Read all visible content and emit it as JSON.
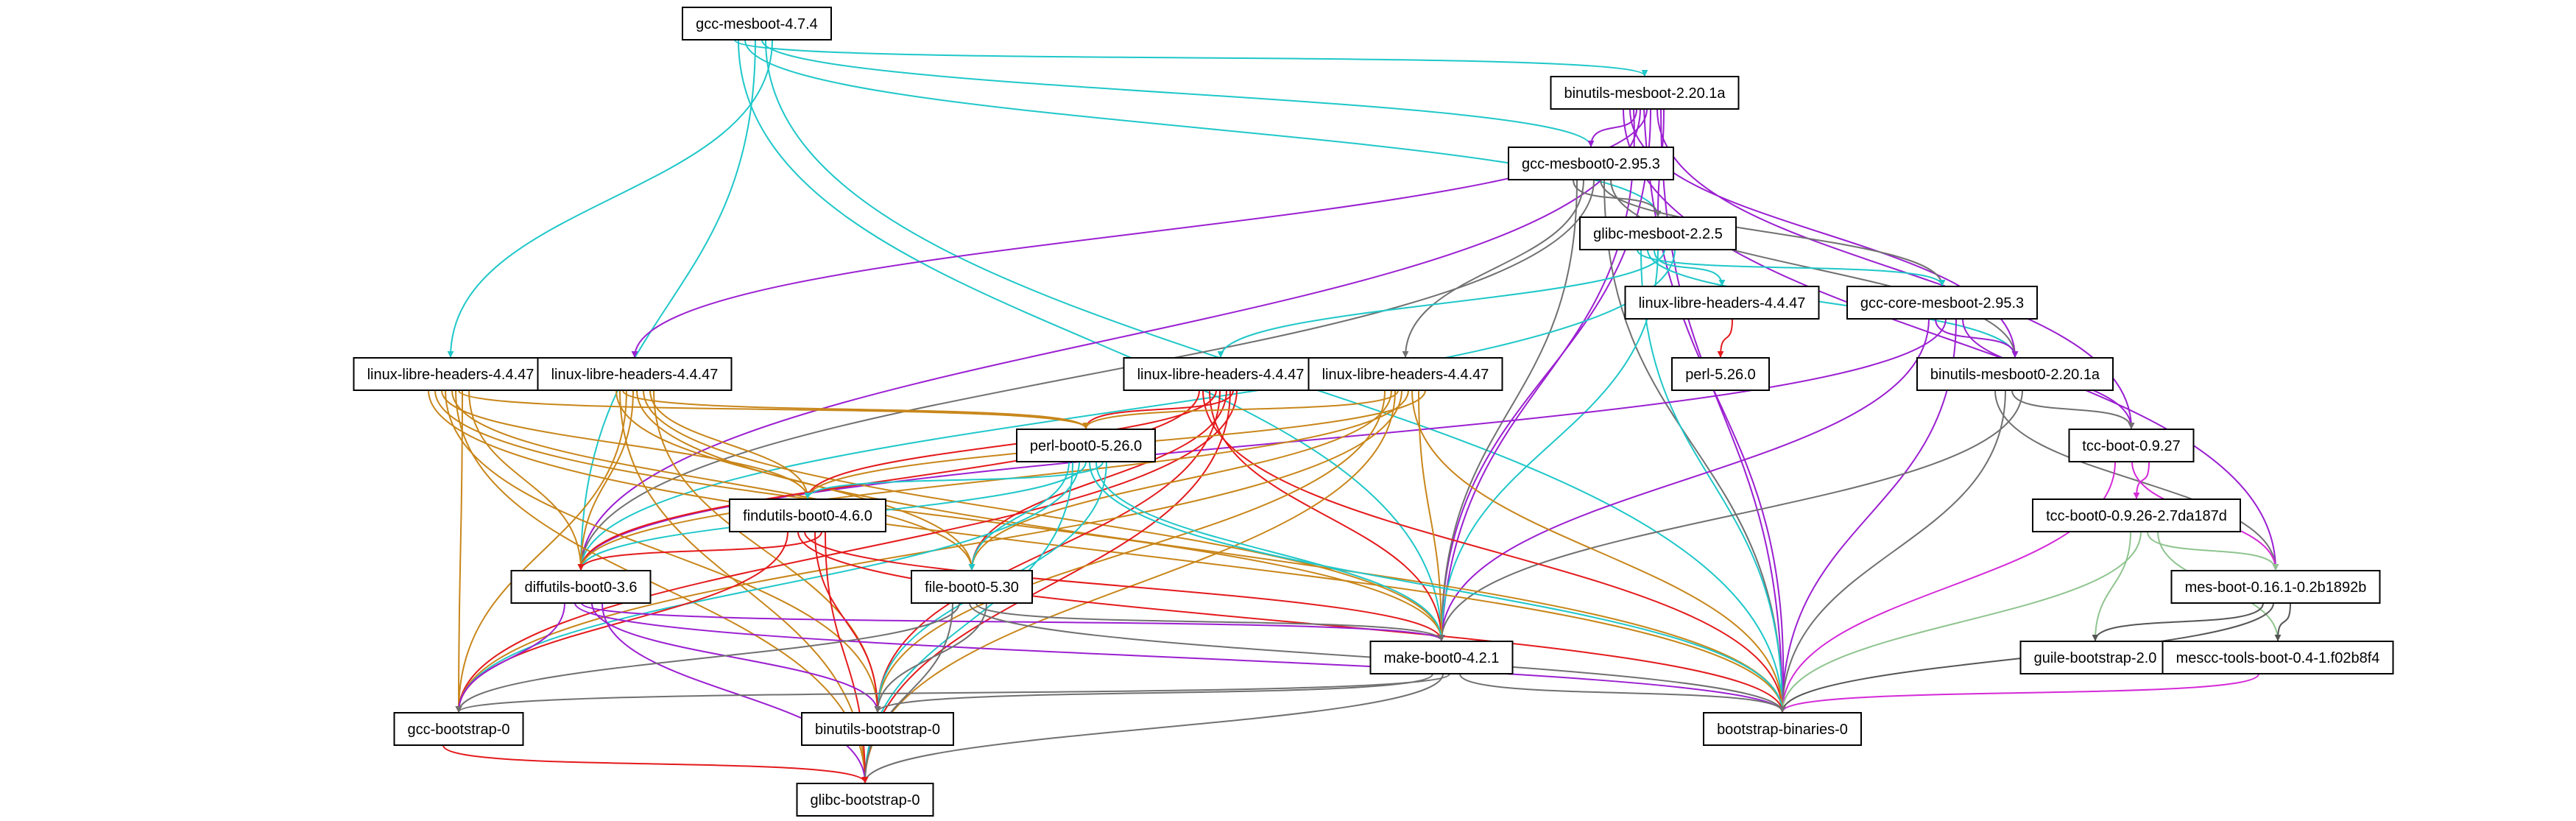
{
  "palette": {
    "cyan": "#1fc7c9",
    "purple": "#9b1fd1",
    "gray": "#707070",
    "orange": "#c8861a",
    "red": "#e41a1c",
    "magenta": "#d42ad8",
    "green": "#8fc48f",
    "darkgray": "#555555"
  },
  "nodes": [
    {
      "id": "gcc-mesboot-4.7.4",
      "label": "gcc-mesboot-4.7.4"
    },
    {
      "id": "binutils-mesboot-2.20.1a",
      "label": "binutils-mesboot-2.20.1a"
    },
    {
      "id": "gcc-mesboot0-2.95.3",
      "label": "gcc-mesboot0-2.95.3"
    },
    {
      "id": "glibc-mesboot-2.2.5",
      "label": "glibc-mesboot-2.2.5"
    },
    {
      "id": "linux-libre-headers-4.4.47-e",
      "label": "linux-libre-headers-4.4.47"
    },
    {
      "id": "gcc-core-mesboot-2.95.3",
      "label": "gcc-core-mesboot-2.95.3"
    },
    {
      "id": "linux-libre-headers-4.4.47-a",
      "label": "linux-libre-headers-4.4.47"
    },
    {
      "id": "linux-libre-headers-4.4.47-b",
      "label": "linux-libre-headers-4.4.47"
    },
    {
      "id": "linux-libre-headers-4.4.47-c",
      "label": "linux-libre-headers-4.4.47"
    },
    {
      "id": "linux-libre-headers-4.4.47-d",
      "label": "linux-libre-headers-4.4.47"
    },
    {
      "id": "perl-5.26.0",
      "label": "perl-5.26.0"
    },
    {
      "id": "binutils-mesboot0-2.20.1a",
      "label": "binutils-mesboot0-2.20.1a"
    },
    {
      "id": "perl-boot0-5.26.0",
      "label": "perl-boot0-5.26.0"
    },
    {
      "id": "tcc-boot-0.9.27",
      "label": "tcc-boot-0.9.27"
    },
    {
      "id": "findutils-boot0-4.6.0",
      "label": "findutils-boot0-4.6.0"
    },
    {
      "id": "tcc-boot0-0.9.26-2.7da187d",
      "label": "tcc-boot0-0.9.26-2.7da187d"
    },
    {
      "id": "diffutils-boot0-3.6",
      "label": "diffutils-boot0-3.6"
    },
    {
      "id": "file-boot0-5.30",
      "label": "file-boot0-5.30"
    },
    {
      "id": "mes-boot-0.16.1-0.2b1892b",
      "label": "mes-boot-0.16.1-0.2b1892b"
    },
    {
      "id": "make-boot0-4.2.1",
      "label": "make-boot0-4.2.1"
    },
    {
      "id": "guile-bootstrap-2.0",
      "label": "guile-bootstrap-2.0"
    },
    {
      "id": "mescc-tools-boot-0.4-1.f02b8f4",
      "label": "mescc-tools-boot-0.4-1.f02b8f4"
    },
    {
      "id": "gcc-bootstrap-0",
      "label": "gcc-bootstrap-0"
    },
    {
      "id": "binutils-bootstrap-0",
      "label": "binutils-bootstrap-0"
    },
    {
      "id": "bootstrap-binaries-0",
      "label": "bootstrap-binaries-0"
    },
    {
      "id": "glibc-bootstrap-0",
      "label": "glibc-bootstrap-0"
    }
  ],
  "edges": [
    {
      "from": "gcc-mesboot-4.7.4",
      "to": "binutils-mesboot-2.20.1a",
      "color": "cyan"
    },
    {
      "from": "gcc-mesboot-4.7.4",
      "to": "gcc-mesboot0-2.95.3",
      "color": "cyan"
    },
    {
      "from": "gcc-mesboot-4.7.4",
      "to": "glibc-mesboot-2.2.5",
      "color": "cyan"
    },
    {
      "from": "gcc-mesboot-4.7.4",
      "to": "linux-libre-headers-4.4.47-a",
      "color": "cyan"
    },
    {
      "from": "gcc-mesboot-4.7.4",
      "to": "diffutils-boot0-3.6",
      "color": "cyan"
    },
    {
      "from": "gcc-mesboot-4.7.4",
      "to": "make-boot0-4.2.1",
      "color": "cyan"
    },
    {
      "from": "gcc-mesboot-4.7.4",
      "to": "bootstrap-binaries-0",
      "color": "cyan"
    },
    {
      "from": "binutils-mesboot-2.20.1a",
      "to": "gcc-mesboot0-2.95.3",
      "color": "purple"
    },
    {
      "from": "binutils-mesboot-2.20.1a",
      "to": "glibc-mesboot-2.2.5",
      "color": "purple"
    },
    {
      "from": "binutils-mesboot-2.20.1a",
      "to": "linux-libre-headers-4.4.47-b",
      "color": "purple"
    },
    {
      "from": "binutils-mesboot-2.20.1a",
      "to": "binutils-mesboot0-2.20.1a",
      "color": "purple"
    },
    {
      "from": "binutils-mesboot-2.20.1a",
      "to": "tcc-boot-0.9.27",
      "color": "purple"
    },
    {
      "from": "binutils-mesboot-2.20.1a",
      "to": "diffutils-boot0-3.6",
      "color": "purple"
    },
    {
      "from": "binutils-mesboot-2.20.1a",
      "to": "mes-boot-0.16.1-0.2b1892b",
      "color": "purple"
    },
    {
      "from": "binutils-mesboot-2.20.1a",
      "to": "make-boot0-4.2.1",
      "color": "purple"
    },
    {
      "from": "binutils-mesboot-2.20.1a",
      "to": "make-boot0-4.2.1",
      "color": "purple"
    },
    {
      "from": "binutils-mesboot-2.20.1a",
      "to": "bootstrap-binaries-0",
      "color": "purple"
    },
    {
      "from": "binutils-mesboot-2.20.1a",
      "to": "bootstrap-binaries-0",
      "color": "purple"
    },
    {
      "from": "gcc-mesboot0-2.95.3",
      "to": "glibc-mesboot-2.2.5",
      "color": "gray"
    },
    {
      "from": "gcc-mesboot0-2.95.3",
      "to": "gcc-core-mesboot-2.95.3",
      "color": "gray"
    },
    {
      "from": "gcc-mesboot0-2.95.3",
      "to": "linux-libre-headers-4.4.47-d",
      "color": "gray"
    },
    {
      "from": "gcc-mesboot0-2.95.3",
      "to": "binutils-mesboot0-2.20.1a",
      "color": "gray"
    },
    {
      "from": "gcc-mesboot0-2.95.3",
      "to": "diffutils-boot0-3.6",
      "color": "gray"
    },
    {
      "from": "gcc-mesboot0-2.95.3",
      "to": "make-boot0-4.2.1",
      "color": "gray"
    },
    {
      "from": "gcc-mesboot0-2.95.3",
      "to": "bootstrap-binaries-0",
      "color": "gray"
    },
    {
      "from": "glibc-mesboot-2.2.5",
      "to": "linux-libre-headers-4.4.47-e",
      "color": "cyan"
    },
    {
      "from": "glibc-mesboot-2.2.5",
      "to": "gcc-core-mesboot-2.95.3",
      "color": "cyan"
    },
    {
      "from": "glibc-mesboot-2.2.5",
      "to": "linux-libre-headers-4.4.47-c",
      "color": "cyan"
    },
    {
      "from": "glibc-mesboot-2.2.5",
      "to": "binutils-mesboot0-2.20.1a",
      "color": "cyan"
    },
    {
      "from": "glibc-mesboot-2.2.5",
      "to": "diffutils-boot0-3.6",
      "color": "cyan"
    },
    {
      "from": "glibc-mesboot-2.2.5",
      "to": "make-boot0-4.2.1",
      "color": "cyan"
    },
    {
      "from": "glibc-mesboot-2.2.5",
      "to": "bootstrap-binaries-0",
      "color": "cyan"
    },
    {
      "from": "linux-libre-headers-4.4.47-e",
      "to": "perl-5.26.0",
      "color": "red"
    },
    {
      "from": "gcc-core-mesboot-2.95.3",
      "to": "binutils-mesboot0-2.20.1a",
      "color": "purple"
    },
    {
      "from": "gcc-core-mesboot-2.95.3",
      "to": "tcc-boot-0.9.27",
      "color": "purple"
    },
    {
      "from": "gcc-core-mesboot-2.95.3",
      "to": "diffutils-boot0-3.6",
      "color": "purple"
    },
    {
      "from": "gcc-core-mesboot-2.95.3",
      "to": "make-boot0-4.2.1",
      "color": "purple"
    },
    {
      "from": "gcc-core-mesboot-2.95.3",
      "to": "bootstrap-binaries-0",
      "color": "purple"
    },
    {
      "from": "binutils-mesboot0-2.20.1a",
      "to": "tcc-boot-0.9.27",
      "color": "gray"
    },
    {
      "from": "binutils-mesboot0-2.20.1a",
      "to": "mes-boot-0.16.1-0.2b1892b",
      "color": "gray"
    },
    {
      "from": "binutils-mesboot0-2.20.1a",
      "to": "make-boot0-4.2.1",
      "color": "gray"
    },
    {
      "from": "binutils-mesboot0-2.20.1a",
      "to": "bootstrap-binaries-0",
      "color": "gray"
    },
    {
      "from": "tcc-boot-0.9.27",
      "to": "tcc-boot0-0.9.26-2.7da187d",
      "color": "magenta"
    },
    {
      "from": "tcc-boot-0.9.27",
      "to": "mes-boot-0.16.1-0.2b1892b",
      "color": "magenta"
    },
    {
      "from": "tcc-boot-0.9.27",
      "to": "bootstrap-binaries-0",
      "color": "magenta"
    },
    {
      "from": "tcc-boot0-0.9.26-2.7da187d",
      "to": "mes-boot-0.16.1-0.2b1892b",
      "color": "green"
    },
    {
      "from": "tcc-boot0-0.9.26-2.7da187d",
      "to": "guile-bootstrap-2.0",
      "color": "green"
    },
    {
      "from": "tcc-boot0-0.9.26-2.7da187d",
      "to": "mescc-tools-boot-0.4-1.f02b8f4",
      "color": "green"
    },
    {
      "from": "tcc-boot0-0.9.26-2.7da187d",
      "to": "bootstrap-binaries-0",
      "color": "green"
    },
    {
      "from": "mes-boot-0.16.1-0.2b1892b",
      "to": "guile-bootstrap-2.0",
      "color": "darkgray"
    },
    {
      "from": "mes-boot-0.16.1-0.2b1892b",
      "to": "mescc-tools-boot-0.4-1.f02b8f4",
      "color": "darkgray"
    },
    {
      "from": "mes-boot-0.16.1-0.2b1892b",
      "to": "bootstrap-binaries-0",
      "color": "darkgray"
    },
    {
      "from": "mescc-tools-boot-0.4-1.f02b8f4",
      "to": "bootstrap-binaries-0",
      "color": "magenta"
    },
    {
      "from": "linux-libre-headers-4.4.47-a",
      "to": "perl-boot0-5.26.0",
      "color": "orange"
    },
    {
      "from": "linux-libre-headers-4.4.47-a",
      "to": "findutils-boot0-4.6.0",
      "color": "orange"
    },
    {
      "from": "linux-libre-headers-4.4.47-a",
      "to": "diffutils-boot0-3.6",
      "color": "orange"
    },
    {
      "from": "linux-libre-headers-4.4.47-a",
      "to": "file-boot0-5.30",
      "color": "orange"
    },
    {
      "from": "linux-libre-headers-4.4.47-a",
      "to": "make-boot0-4.2.1",
      "color": "orange"
    },
    {
      "from": "linux-libre-headers-4.4.47-a",
      "to": "gcc-bootstrap-0",
      "color": "orange"
    },
    {
      "from": "linux-libre-headers-4.4.47-a",
      "to": "binutils-bootstrap-0",
      "color": "orange"
    },
    {
      "from": "linux-libre-headers-4.4.47-a",
      "to": "bootstrap-binaries-0",
      "color": "orange"
    },
    {
      "from": "linux-libre-headers-4.4.47-a",
      "to": "glibc-bootstrap-0",
      "color": "orange"
    },
    {
      "from": "linux-libre-headers-4.4.47-b",
      "to": "perl-boot0-5.26.0",
      "color": "orange"
    },
    {
      "from": "linux-libre-headers-4.4.47-b",
      "to": "findutils-boot0-4.6.0",
      "color": "orange"
    },
    {
      "from": "linux-libre-headers-4.4.47-b",
      "to": "diffutils-boot0-3.6",
      "color": "orange"
    },
    {
      "from": "linux-libre-headers-4.4.47-b",
      "to": "file-boot0-5.30",
      "color": "orange"
    },
    {
      "from": "linux-libre-headers-4.4.47-b",
      "to": "make-boot0-4.2.1",
      "color": "orange"
    },
    {
      "from": "linux-libre-headers-4.4.47-b",
      "to": "gcc-bootstrap-0",
      "color": "orange"
    },
    {
      "from": "linux-libre-headers-4.4.47-b",
      "to": "binutils-bootstrap-0",
      "color": "orange"
    },
    {
      "from": "linux-libre-headers-4.4.47-b",
      "to": "bootstrap-binaries-0",
      "color": "orange"
    },
    {
      "from": "linux-libre-headers-4.4.47-b",
      "to": "glibc-bootstrap-0",
      "color": "orange"
    },
    {
      "from": "linux-libre-headers-4.4.47-c",
      "to": "perl-boot0-5.26.0",
      "color": "red"
    },
    {
      "from": "linux-libre-headers-4.4.47-c",
      "to": "findutils-boot0-4.6.0",
      "color": "red"
    },
    {
      "from": "linux-libre-headers-4.4.47-c",
      "to": "diffutils-boot0-3.6",
      "color": "red"
    },
    {
      "from": "linux-libre-headers-4.4.47-c",
      "to": "file-boot0-5.30",
      "color": "red"
    },
    {
      "from": "linux-libre-headers-4.4.47-c",
      "to": "make-boot0-4.2.1",
      "color": "red"
    },
    {
      "from": "linux-libre-headers-4.4.47-c",
      "to": "gcc-bootstrap-0",
      "color": "red"
    },
    {
      "from": "linux-libre-headers-4.4.47-c",
      "to": "binutils-bootstrap-0",
      "color": "red"
    },
    {
      "from": "linux-libre-headers-4.4.47-c",
      "to": "bootstrap-binaries-0",
      "color": "red"
    },
    {
      "from": "linux-libre-headers-4.4.47-c",
      "to": "glibc-bootstrap-0",
      "color": "red"
    },
    {
      "from": "linux-libre-headers-4.4.47-d",
      "to": "perl-boot0-5.26.0",
      "color": "orange"
    },
    {
      "from": "linux-libre-headers-4.4.47-d",
      "to": "findutils-boot0-4.6.0",
      "color": "orange"
    },
    {
      "from": "linux-libre-headers-4.4.47-d",
      "to": "diffutils-boot0-3.6",
      "color": "orange"
    },
    {
      "from": "linux-libre-headers-4.4.47-d",
      "to": "file-boot0-5.30",
      "color": "orange"
    },
    {
      "from": "linux-libre-headers-4.4.47-d",
      "to": "make-boot0-4.2.1",
      "color": "orange"
    },
    {
      "from": "linux-libre-headers-4.4.47-d",
      "to": "gcc-bootstrap-0",
      "color": "orange"
    },
    {
      "from": "linux-libre-headers-4.4.47-d",
      "to": "binutils-bootstrap-0",
      "color": "orange"
    },
    {
      "from": "linux-libre-headers-4.4.47-d",
      "to": "bootstrap-binaries-0",
      "color": "orange"
    },
    {
      "from": "linux-libre-headers-4.4.47-d",
      "to": "glibc-bootstrap-0",
      "color": "orange"
    },
    {
      "from": "perl-boot0-5.26.0",
      "to": "findutils-boot0-4.6.0",
      "color": "cyan"
    },
    {
      "from": "perl-boot0-5.26.0",
      "to": "diffutils-boot0-3.6",
      "color": "cyan"
    },
    {
      "from": "perl-boot0-5.26.0",
      "to": "file-boot0-5.30",
      "color": "cyan"
    },
    {
      "from": "perl-boot0-5.26.0",
      "to": "make-boot0-4.2.1",
      "color": "cyan"
    },
    {
      "from": "perl-boot0-5.26.0",
      "to": "gcc-bootstrap-0",
      "color": "cyan"
    },
    {
      "from": "perl-boot0-5.26.0",
      "to": "binutils-bootstrap-0",
      "color": "cyan"
    },
    {
      "from": "perl-boot0-5.26.0",
      "to": "bootstrap-binaries-0",
      "color": "cyan"
    },
    {
      "from": "perl-boot0-5.26.0",
      "to": "glibc-bootstrap-0",
      "color": "cyan"
    },
    {
      "from": "findutils-boot0-4.6.0",
      "to": "diffutils-boot0-3.6",
      "color": "red"
    },
    {
      "from": "findutils-boot0-4.6.0",
      "to": "make-boot0-4.2.1",
      "color": "red"
    },
    {
      "from": "findutils-boot0-4.6.0",
      "to": "gcc-bootstrap-0",
      "color": "red"
    },
    {
      "from": "findutils-boot0-4.6.0",
      "to": "binutils-bootstrap-0",
      "color": "red"
    },
    {
      "from": "findutils-boot0-4.6.0",
      "to": "bootstrap-binaries-0",
      "color": "red"
    },
    {
      "from": "findutils-boot0-4.6.0",
      "to": "glibc-bootstrap-0",
      "color": "red"
    },
    {
      "from": "diffutils-boot0-3.6",
      "to": "make-boot0-4.2.1",
      "color": "purple"
    },
    {
      "from": "diffutils-boot0-3.6",
      "to": "gcc-bootstrap-0",
      "color": "purple"
    },
    {
      "from": "diffutils-boot0-3.6",
      "to": "binutils-bootstrap-0",
      "color": "purple"
    },
    {
      "from": "diffutils-boot0-3.6",
      "to": "bootstrap-binaries-0",
      "color": "purple"
    },
    {
      "from": "diffutils-boot0-3.6",
      "to": "glibc-bootstrap-0",
      "color": "purple"
    },
    {
      "from": "file-boot0-5.30",
      "to": "make-boot0-4.2.1",
      "color": "gray"
    },
    {
      "from": "file-boot0-5.30",
      "to": "gcc-bootstrap-0",
      "color": "gray"
    },
    {
      "from": "file-boot0-5.30",
      "to": "binutils-bootstrap-0",
      "color": "gray"
    },
    {
      "from": "file-boot0-5.30",
      "to": "bootstrap-binaries-0",
      "color": "gray"
    },
    {
      "from": "file-boot0-5.30",
      "to": "glibc-bootstrap-0",
      "color": "gray"
    },
    {
      "from": "make-boot0-4.2.1",
      "to": "gcc-bootstrap-0",
      "color": "gray"
    },
    {
      "from": "make-boot0-4.2.1",
      "to": "binutils-bootstrap-0",
      "color": "gray"
    },
    {
      "from": "make-boot0-4.2.1",
      "to": "bootstrap-binaries-0",
      "color": "gray"
    },
    {
      "from": "make-boot0-4.2.1",
      "to": "glibc-bootstrap-0",
      "color": "gray"
    },
    {
      "from": "gcc-bootstrap-0",
      "to": "glibc-bootstrap-0",
      "color": "red"
    }
  ]
}
